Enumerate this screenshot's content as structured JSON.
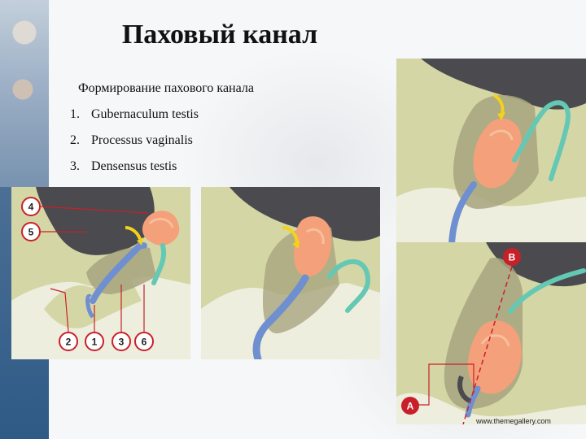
{
  "slide": {
    "title": "Паховый канал",
    "subtitle": "Формирование пахового канала",
    "items": [
      {
        "num": "1.",
        "text": "Gubernaculum testis"
      },
      {
        "num": "2.",
        "text": "Processus vaginalis"
      },
      {
        "num": "3.",
        "text": "Densensus testis"
      }
    ],
    "watermark": "www.themegallery.com"
  },
  "diagram": {
    "panel_1": {
      "markers": [
        "4",
        "5",
        "2",
        "1",
        "3",
        "6"
      ]
    },
    "panel_4": {
      "markers": [
        "B",
        "A"
      ]
    }
  },
  "colors": {
    "tissue_bg": "#d5d6a6",
    "organ_dark": "#4a4a4f",
    "testis": "#f4a07a",
    "testis_light": "#f6c09c",
    "gubernaculum": "#6f8fd0",
    "vas": "#64c8b4",
    "sac": "#a7a57e",
    "marker_red": "#c8202a"
  }
}
